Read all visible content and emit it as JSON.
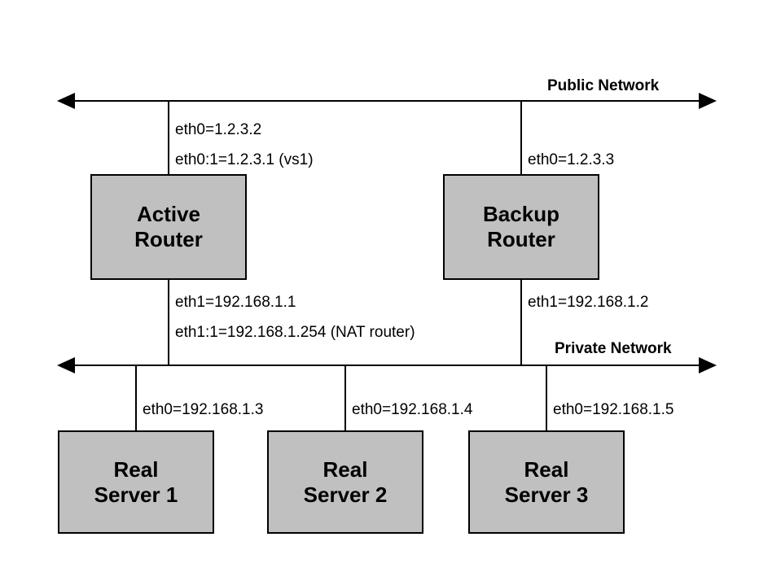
{
  "diagram": {
    "title_public": "Public Network",
    "title_private": "Private Network",
    "public_labels": {
      "active_eth0": "eth0=1.2.3.2",
      "active_eth0_alias": "eth0:1=1.2.3.1 (vs1)",
      "backup_eth0": "eth0=1.2.3.3"
    },
    "private_labels": {
      "active_eth1": "eth1=192.168.1.1",
      "active_eth1_alias": "eth1:1=192.168.1.254 (NAT router)",
      "backup_eth1": "eth1=192.168.1.2"
    },
    "server_labels": {
      "server1_eth0": "eth0=192.168.1.3",
      "server2_eth0": "eth0=192.168.1.4",
      "server3_eth0": "eth0=192.168.1.5"
    },
    "nodes": {
      "active_router": {
        "line1": "Active",
        "line2": "Router"
      },
      "backup_router": {
        "line1": "Backup",
        "line2": "Router"
      },
      "real_server_1": {
        "line1": "Real",
        "line2": "Server 1"
      },
      "real_server_2": {
        "line1": "Real",
        "line2": "Server 2"
      },
      "real_server_3": {
        "line1": "Real",
        "line2": "Server 3"
      }
    },
    "colors": {
      "node_fill": "#c0c0c0",
      "node_border": "#000000",
      "line": "#000000",
      "background": "#ffffff",
      "text": "#000000"
    }
  }
}
